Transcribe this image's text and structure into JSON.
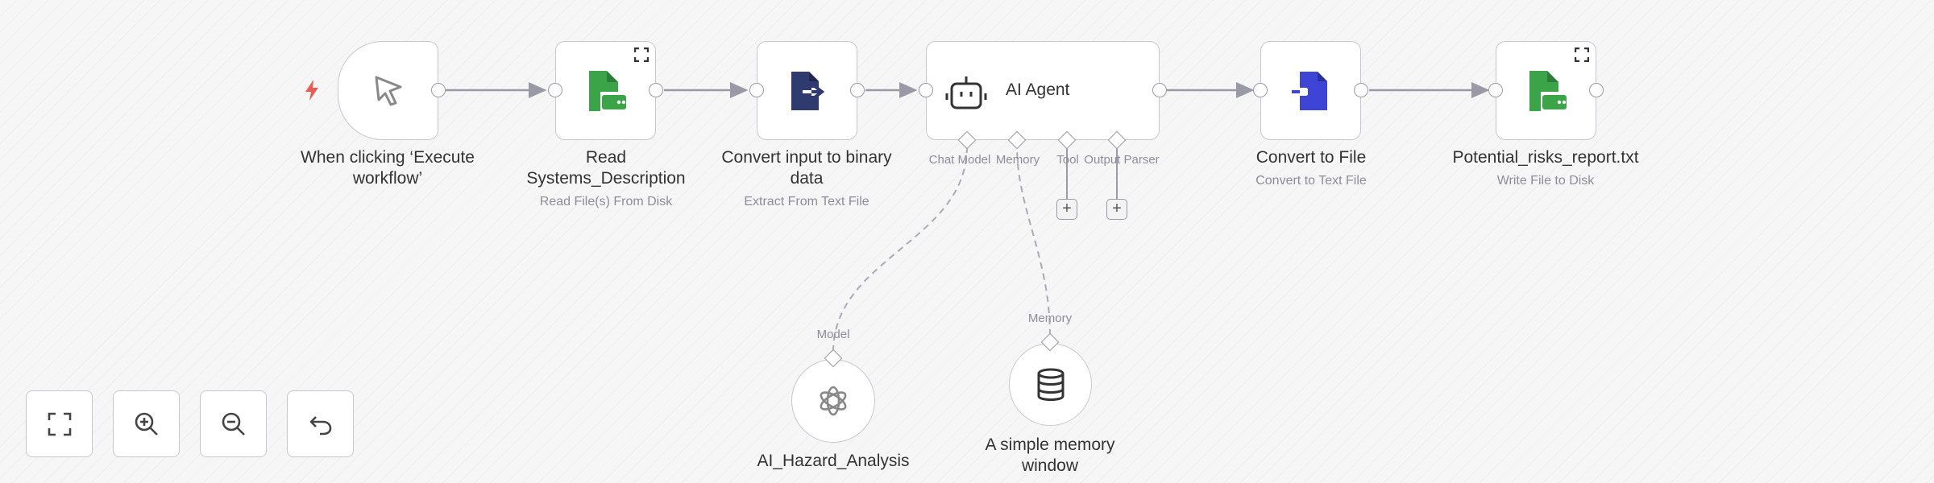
{
  "nodes": {
    "trigger": {
      "label": "When clicking ‘Execute workflow’"
    },
    "read_file": {
      "label": "Read Systems_Description",
      "subtitle": "Read File(s) From Disk"
    },
    "extract": {
      "label": "Convert input to binary data",
      "subtitle": "Extract From Text File"
    },
    "agent": {
      "title": "AI Agent",
      "ports": {
        "chat_model": "Chat Model",
        "memory": "Memory",
        "tool": "Tool",
        "output_parser": "Output Parser"
      }
    },
    "convert": {
      "label": "Convert to File",
      "subtitle": "Convert to Text File"
    },
    "write_file": {
      "label": "Potential_risks_report.txt",
      "subtitle": "Write File to Disk"
    },
    "model": {
      "port_label": "Model",
      "label": "AI_Hazard_Analysis"
    },
    "memory": {
      "port_label": "Memory",
      "label": "A simple memory window"
    }
  },
  "plus_label": "+",
  "colors": {
    "file_green": "#3ba449",
    "extract_navy": "#2f3a6e",
    "convert_blue": "#3d44d6",
    "trigger_bolt": "#ea5b55"
  },
  "icons": {
    "trigger": "cursor-icon",
    "read_file": "file-icon",
    "extract": "file-export-icon",
    "agent": "robot-icon",
    "convert": "file-import-icon",
    "write_file": "file-icon",
    "model": "openai-icon",
    "memory": "database-icon"
  },
  "controls": [
    "fit-view",
    "zoom-in",
    "zoom-out",
    "reset-zoom"
  ]
}
